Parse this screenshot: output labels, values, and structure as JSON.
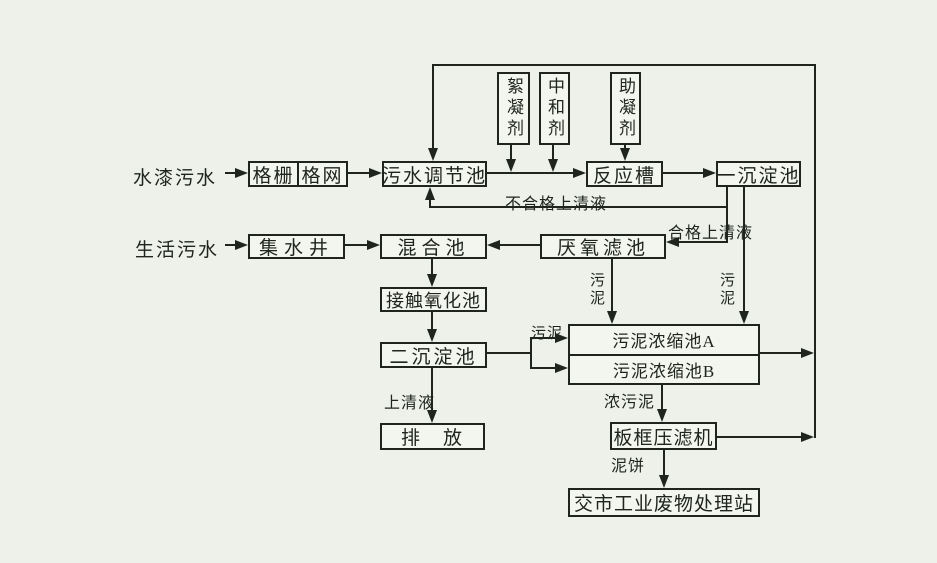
{
  "nodes": {
    "paint_wastewater": {
      "label": "水漆污水"
    },
    "bar_screen": {
      "label": "格栅"
    },
    "mesh_screen": {
      "label": "格网"
    },
    "regulating_tank": {
      "label": "污水调节池"
    },
    "flocculant": {
      "label": "絮凝剂"
    },
    "neutralizer": {
      "label": "中和剂"
    },
    "coagulant_aid": {
      "label": "助凝剂"
    },
    "reaction_tank": {
      "label": "反应槽"
    },
    "primary_sedimentation": {
      "label": "一沉淀池"
    },
    "domestic_wastewater": {
      "label": "生活污水"
    },
    "collecting_well": {
      "label": "集水井"
    },
    "mixing_tank": {
      "label": "混合池"
    },
    "anaerobic_filter": {
      "label": "厌氧滤池"
    },
    "contact_oxidation": {
      "label": "接触氧化池"
    },
    "secondary_sedimentation": {
      "label": "二沉淀池"
    },
    "sludge_thickener_a": {
      "label": "污泥浓缩池A"
    },
    "sludge_thickener_b": {
      "label": "污泥浓缩池B"
    },
    "discharge": {
      "label": "排　放"
    },
    "filter_press": {
      "label": "板框压滤机"
    },
    "waste_station": {
      "label": "交市工业废物处理站"
    }
  },
  "labels": {
    "unqualified_supernatant": "不合格上清液",
    "qualified_supernatant": "合格上清液",
    "sludge_from_anaerobic": "污泥",
    "sludge_from_primary": "污泥",
    "sludge_from_secondary": "污泥",
    "supernatant": "上清液",
    "thick_sludge": "浓污泥",
    "mud_cake": "泥饼"
  },
  "colors": {
    "background": "#edf1ea",
    "line": "#20241f",
    "box_fill": "#f3f6ef"
  }
}
